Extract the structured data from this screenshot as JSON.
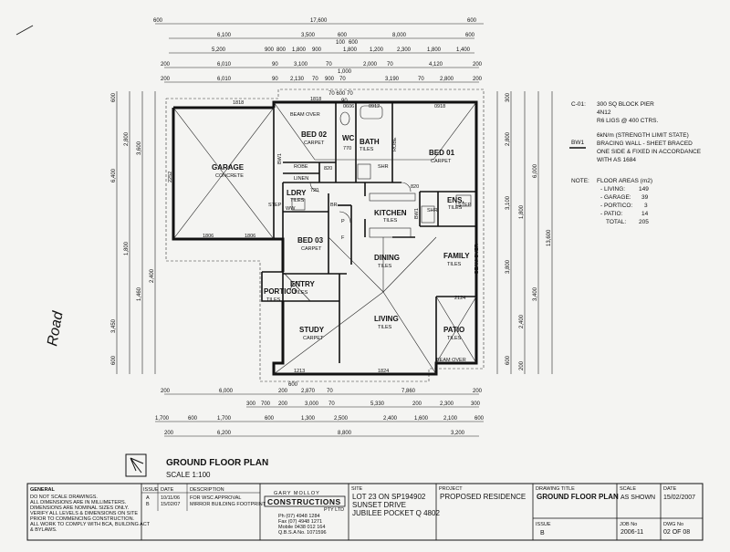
{
  "plan": {
    "title": "GROUND FLOOR PLAN",
    "scale": "SCALE 1:100",
    "road": "Road",
    "rooms": {
      "bed02": "BED 02",
      "bed02_floor": "CARPET",
      "bed01": "BED 01",
      "bed01_floor": "CARPET",
      "bed03": "BED 03",
      "bed03_floor": "CARPET",
      "garage": "GARAGE",
      "garage_floor": "CONCRETE",
      "kitchen": "KITCHEN",
      "kitchen_floor": "TILES",
      "dining": "DINING",
      "dining_floor": "TILES",
      "family": "FAMILY",
      "family_floor": "TILES",
      "living": "LIVING",
      "living_floor": "TILES",
      "study": "STUDY",
      "study_floor": "CARPET",
      "entry": "ENTRY",
      "entry_floor": "TILES",
      "portico": "PORTICO",
      "portico_floor": "TILES",
      "patio": "PATIO",
      "patio_floor": "TILES",
      "bath": "BATH",
      "bath_floor": "TILES",
      "ens": "ENS.",
      "ens_floor": "TILES",
      "wc": "WC",
      "ldry": "LDRY",
      "ldry_floor": "TILES",
      "robe": "ROBE",
      "linen": "LINEN",
      "shr": "SHR",
      "br": "BR",
      "p": "P",
      "f": "F",
      "ww": "WW"
    },
    "labels": {
      "beam_over": "BEAM OVER",
      "bw1": "BW1",
      "step": "STEP"
    },
    "dims_top": {
      "row1": [
        "600",
        "17,600",
        "600"
      ],
      "row2": [
        "6,100",
        "3,500",
        "600",
        "8,000",
        "600"
      ],
      "row3": [
        "5,200",
        "900",
        "800",
        "1,800",
        "900",
        "100",
        "600",
        "1,800",
        "1,200",
        "2,300",
        "1,800",
        "1,400"
      ],
      "row4": [
        "200",
        "6,010",
        "90",
        "3,100",
        "70",
        "2,000",
        "70",
        "4,120",
        "200"
      ],
      "row5": [
        "200",
        "6,010",
        "90",
        "2,130",
        "70",
        "900",
        "70",
        "3,190",
        "70",
        "2,800",
        "200"
      ],
      "extra": [
        "1,000",
        "70 600 70",
        "90"
      ]
    },
    "dims_bottom": {
      "row1": [
        "200",
        "6,000",
        "200",
        "2,870",
        "70",
        "7,860",
        "200"
      ],
      "row2": [
        "300",
        "700",
        "200",
        "3,000",
        "70",
        "5,330",
        "200",
        "2,300",
        "300"
      ],
      "row3": [
        "1,700",
        "600",
        "1,700",
        "1,300",
        "2,500",
        "2,400",
        "1,600",
        "2,100",
        "600"
      ],
      "row4": [
        "6,200",
        "8,800",
        "3,200"
      ],
      "extra": [
        "600",
        "200",
        "600"
      ]
    },
    "dims_left": [
      "600",
      "6,400",
      "2,800",
      "3,600",
      "1,800",
      "1,460",
      "3,450",
      "2,400",
      "600"
    ],
    "dims_right": [
      "300",
      "2,800",
      "6,000",
      "1,800",
      "3,100",
      "3,800",
      "13,600",
      "2,400",
      "3,400",
      "600",
      "200"
    ],
    "small_dims": [
      "1818",
      "0606",
      "0912",
      "0918",
      "2252",
      "1806",
      "1806",
      "820",
      "770",
      "720",
      "820",
      "2124",
      "1213",
      "1824",
      "1818"
    ]
  },
  "notes": {
    "c01_label": "C-01:",
    "c01_lines": [
      "300 SQ BLOCK PIER",
      "4N12",
      "R6 LIGS @ 400 CTRS."
    ],
    "bw1_label": "BW1",
    "bw1_lines": [
      "6kN/m (STRENGTH LIMIT STATE)",
      "BRACING WALL - SHEET BRACED",
      "ONE SIDE & FIXED IN ACCORDANCE",
      "WITH AS 1684"
    ],
    "note_label": "NOTE:",
    "areas_title": "FLOOR AREAS (m2)",
    "areas": [
      {
        "label": "- LIVING:",
        "value": "149"
      },
      {
        "label": "- GARAGE:",
        "value": "39"
      },
      {
        "label": "- PORTICO:",
        "value": "3"
      },
      {
        "label": "- PATIO:",
        "value": "14"
      },
      {
        "label": "TOTAL:",
        "value": "205"
      }
    ]
  },
  "titleblock": {
    "general_head": "GENERAL",
    "general_lines": [
      "DO NOT SCALE DRAWINGS.",
      "ALL DIMENSIONS ARE IN MILLIMETERS.",
      "DIMENSIONS ARE NOMINAL SIZES ONLY.",
      "VERIFY ALL LEVELS & DIMENSIONS ON SITE",
      "PRIOR TO COMMENCING CONSTRUCTION.",
      "ALL WORK TO COMPLY WITH BCA, BUILDING ACT",
      "& BYLAWS."
    ],
    "issue_head": "ISSUE",
    "date_head": "DATE",
    "desc_head": "DESCRIPTION",
    "issues": [
      {
        "issue": "A",
        "date": "10/11/06",
        "desc": "FOR WSC APPROVAL"
      },
      {
        "issue": "B",
        "date": "15/02/07",
        "desc": "MIRROR BUILDING FOOTPRINT"
      }
    ],
    "company_top": "GARY MOLLOY",
    "company": "CONSTRUCTIONS",
    "company_suffix": "PTY LTD",
    "contact": [
      "Ph (07) 4948 1284",
      "Fax (07) 4948 1271",
      "Mobile 0438 012 164",
      "Q.B.S.A No. 1071596"
    ],
    "site_head": "SITE",
    "site_lines": [
      "LOT 23 ON SP194902",
      "SUNSET DRIVE",
      "JUBILEE POCKET Q 4802"
    ],
    "project_head": "PROJECT",
    "project": "PROPOSED RESIDENCE",
    "drawing_head": "DRAWING TITLE",
    "drawing": "GROUND FLOOR PLAN",
    "scale_head": "SCALE",
    "scale": "AS SHOWN",
    "tdate_head": "DATE",
    "tdate": "15/02/2007",
    "issue_label": "ISSUE",
    "issue_val": "B",
    "job_head": "JOB No",
    "job": "2006-11",
    "dwg_head": "DWG No",
    "dwg": "02 OF 08"
  }
}
